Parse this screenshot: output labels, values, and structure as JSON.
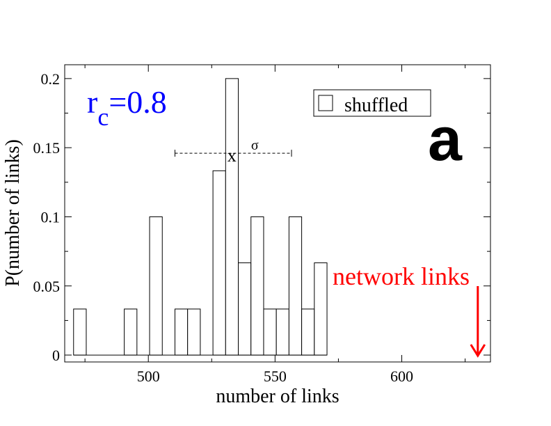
{
  "chart_data": {
    "type": "histogram",
    "xlabel": "number of links",
    "ylabel": "P(number of links)",
    "xlim": [
      467,
      635
    ],
    "ylim": [
      -0.005,
      0.21
    ],
    "x_ticks": [
      500,
      550,
      600
    ],
    "x_tick_labels": [
      "500",
      "550",
      "600"
    ],
    "y_ticks": [
      0,
      0.05,
      0.1,
      0.15,
      0.2
    ],
    "y_tick_labels": [
      "0",
      "0.05",
      "0.1",
      "0.15",
      "0.2"
    ],
    "bin_width": 5,
    "series": [
      {
        "name": "shuffled",
        "bins": [
          {
            "x0": 470.5,
            "value": 0.0333
          },
          {
            "x0": 475.5,
            "value": 0
          },
          {
            "x0": 480.5,
            "value": 0
          },
          {
            "x0": 485.5,
            "value": 0
          },
          {
            "x0": 490.5,
            "value": 0.0333
          },
          {
            "x0": 495.5,
            "value": 0
          },
          {
            "x0": 500.5,
            "value": 0.1
          },
          {
            "x0": 505.5,
            "value": 0
          },
          {
            "x0": 510.5,
            "value": 0.0333
          },
          {
            "x0": 515.5,
            "value": 0.0333
          },
          {
            "x0": 520.5,
            "value": 0
          },
          {
            "x0": 525.5,
            "value": 0.1333
          },
          {
            "x0": 530.5,
            "value": 0.2
          },
          {
            "x0": 535.5,
            "value": 0.0667
          },
          {
            "x0": 540.5,
            "value": 0.1
          },
          {
            "x0": 545.5,
            "value": 0.0333
          },
          {
            "x0": 550.5,
            "value": 0.0333
          },
          {
            "x0": 555.5,
            "value": 0.1
          },
          {
            "x0": 560.5,
            "value": 0.0333
          },
          {
            "x0": 565.5,
            "value": 0.0667
          }
        ]
      }
    ],
    "mean_marker": {
      "label": "x",
      "x": 533.5,
      "y": 0.146
    },
    "sigma_bar": {
      "label": "σ",
      "x_start": 510.5,
      "x_end": 556.5,
      "y": 0.146
    },
    "legend": {
      "entries": [
        "shuffled"
      ],
      "placement": "top-right"
    },
    "parameter_label": {
      "base": "r",
      "subscript": "c",
      "value": "=0.8",
      "color": "#0000ff"
    },
    "panel_letter": "a",
    "network_annotation": {
      "text": "network links",
      "x": 630,
      "color": "#ff0000"
    }
  }
}
